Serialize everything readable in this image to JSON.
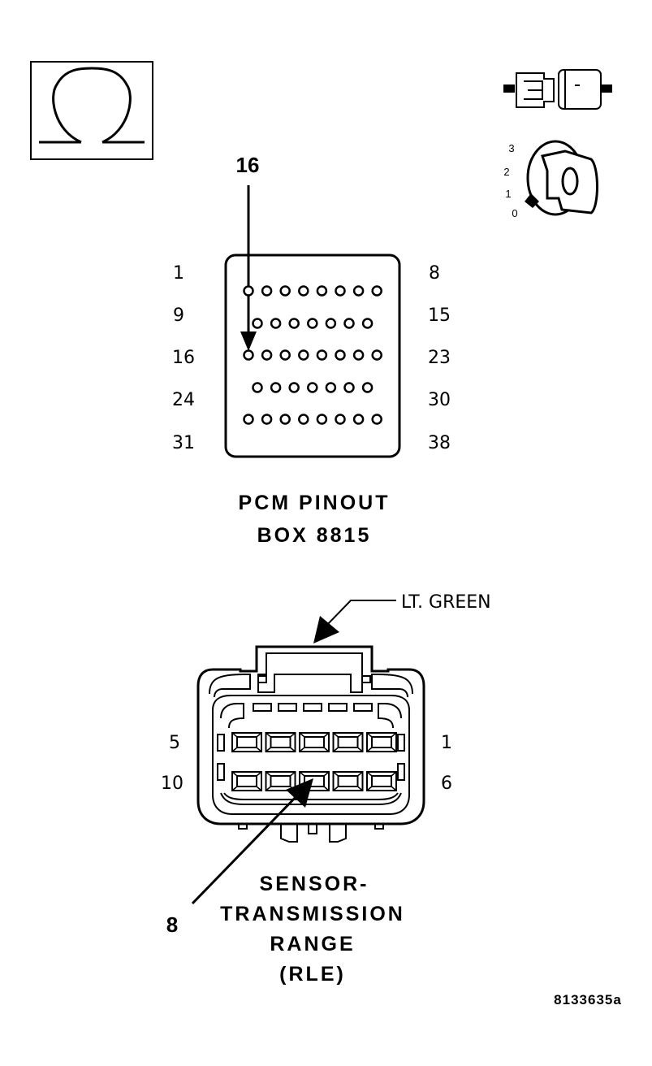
{
  "ohm_icon": {
    "icon": "ohm-meter-icon"
  },
  "status_icons": {
    "connector_icon": "disconnected-connector-icon",
    "ignition_icon": "ignition-key-off-icon",
    "ignition_positions": [
      "3",
      "2",
      "1",
      "0"
    ]
  },
  "pcm": {
    "callout_pin": "16",
    "row_left_labels": [
      "1",
      "9",
      "16",
      "24",
      "31"
    ],
    "row_right_labels": [
      "8",
      "15",
      "23",
      "30",
      "38"
    ],
    "row_pin_counts": [
      8,
      7,
      8,
      7,
      8
    ],
    "title_line1": "PCM PINOUT",
    "title_line2": "BOX 8815"
  },
  "sensor": {
    "wire_color_label": "LT. GREEN",
    "row_left_labels": [
      "5",
      "10"
    ],
    "row_right_labels": [
      "1",
      "6"
    ],
    "callout_pin": "8",
    "title_lines": [
      "SENSOR-",
      "TRANSMISSION",
      "RANGE",
      "(RLE)"
    ]
  },
  "figure_id": "8133635a"
}
